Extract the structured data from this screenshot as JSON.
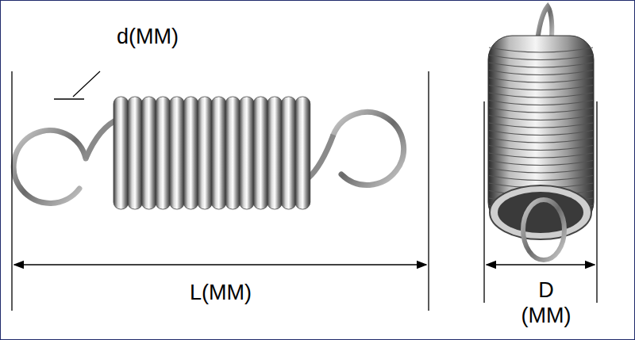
{
  "diagram": {
    "labels": [
      "d(MM)",
      "L(MM)",
      "D (MM)"
    ]
  }
}
